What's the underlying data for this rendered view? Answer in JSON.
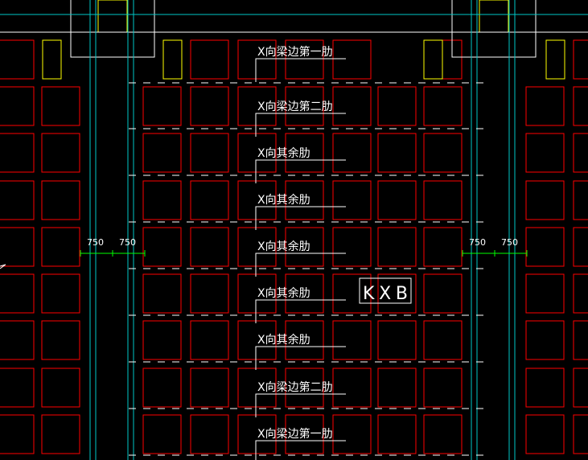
{
  "rib_labels": [
    "X向梁边第一肋",
    "X向梁边第二肋",
    "X向其余肋",
    "X向其余肋",
    "X向其余肋",
    "X向其余肋",
    "X向其余肋",
    "X向梁边第二肋",
    "X向梁边第一肋"
  ],
  "dimensions": {
    "left": [
      "750",
      "750"
    ],
    "right": [
      "750",
      "750"
    ]
  },
  "tag": "KXB",
  "colors": {
    "background": "#000000",
    "cells": "#ff0000",
    "column_cells": "#ffff00",
    "axis_lines": "#00c8c8",
    "boundary_lines": "#ffffff",
    "dimension_lines": "#00ff00",
    "text": "#ffffff"
  }
}
